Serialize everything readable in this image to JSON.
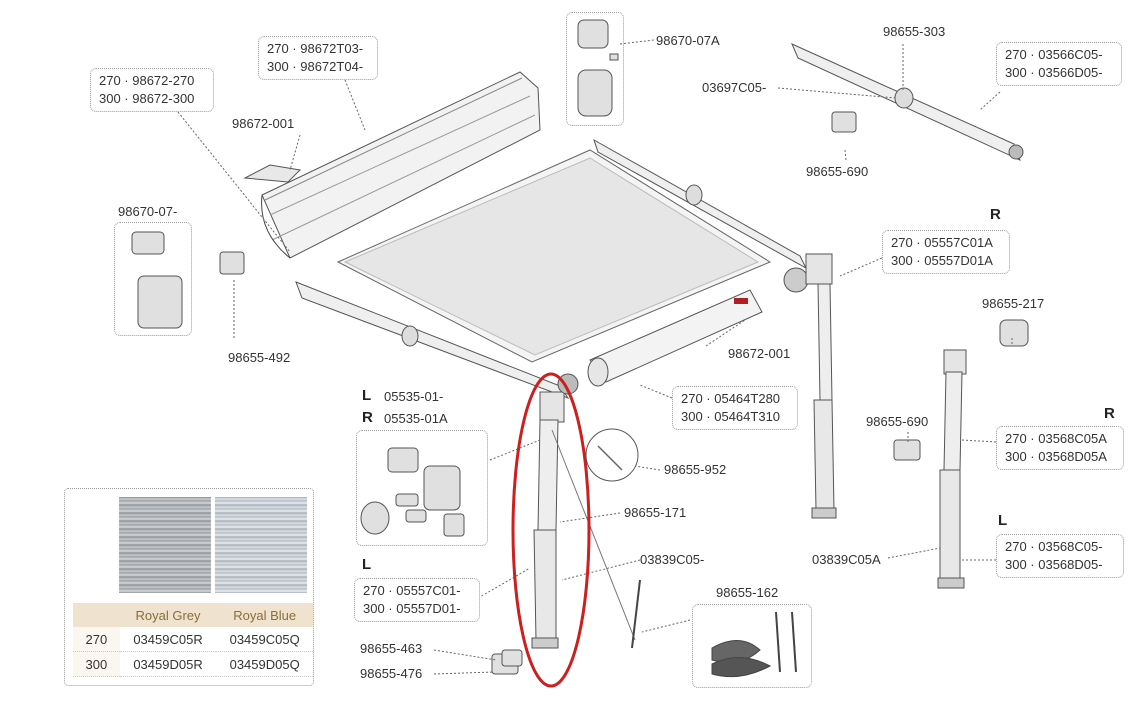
{
  "labels": {
    "p98670_07A": "98670-07A",
    "p98655_303": "98655-303",
    "p98672T": [
      "270 · 98672T03-",
      "300 · 98672T04-"
    ],
    "p98672_270": [
      "270 · 98672-270",
      "300 · 98672-300"
    ],
    "p98672_001_top": "98672-001",
    "p03697": "03697C05-",
    "p03566": [
      "270 · 03566C05-",
      "300 · 03566D05-"
    ],
    "p98655_690_top": "98655-690",
    "p98670_07": "98670-07-",
    "p05557R": [
      "270 · 05557C01A",
      "300 · 05557D01A"
    ],
    "pR1": "R",
    "p98655_492": "98655-492",
    "p98655_217": "98655-217",
    "p98672_001_mid": "98672-001",
    "p05535": [
      "05535-01-",
      "05535-01A"
    ],
    "pL1": "L",
    "pR2": "R",
    "p05464": [
      "270 · 05464T280",
      "300 · 05464T310"
    ],
    "p98655_690_mid": "98655-690",
    "pR3": "R",
    "p03568A": [
      "270 · 03568C05A",
      "300 · 03568D05A"
    ],
    "p98655_952": "98655-952",
    "p98655_171": "98655-171",
    "p03839": "03839C05-",
    "p03839A": "03839C05A",
    "pL2": "L",
    "p03568": [
      "270 · 03568C05-",
      "300 · 03568D05-"
    ],
    "pL3": "L",
    "p05557L": [
      "270 · 05557C01-",
      "300 · 05557D01-"
    ],
    "p98655_162": "98655-162",
    "p98655_463": "98655-463",
    "p98655_476": "98655-476"
  },
  "fabric_table": {
    "headers": [
      "",
      "Royal Grey",
      "Royal Blue"
    ],
    "rows": [
      [
        "270",
        "03459C05R",
        "03459C05Q"
      ],
      [
        "300",
        "03459D05R",
        "03459D05Q"
      ]
    ]
  },
  "colors": {
    "highlight": "#cc1f1f",
    "header_bg": "#efe2cf",
    "header_text": "#8a6d3b"
  }
}
